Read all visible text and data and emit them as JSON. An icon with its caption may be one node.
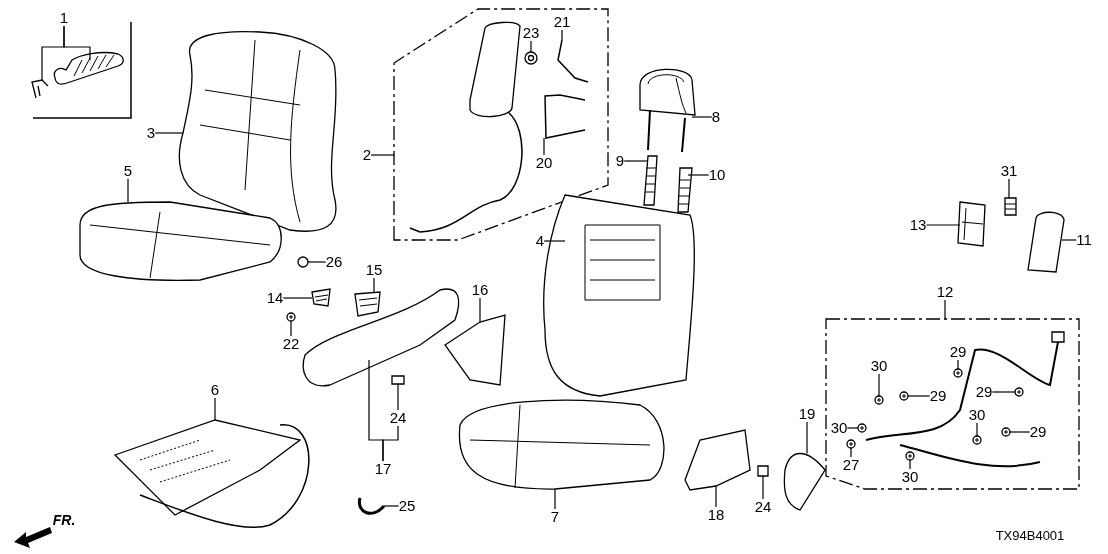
{
  "diagram": {
    "nodes": [
      {
        "text": [
          "1"
        ]
      },
      {
        "text": [
          "21"
        ]
      },
      {
        "text": [
          "23"
        ]
      },
      {
        "text": [
          "2"
        ]
      },
      {
        "text": [
          "3"
        ]
      },
      {
        "text": [
          "8"
        ]
      },
      {
        "text": [
          "20"
        ]
      },
      {
        "text": [
          "9"
        ]
      },
      {
        "text": [
          "31"
        ]
      },
      {
        "text": [
          "5"
        ]
      },
      {
        "text": [
          "10"
        ]
      },
      {
        "text": [
          "13"
        ]
      },
      {
        "text": [
          "4"
        ]
      },
      {
        "text": [
          "11"
        ]
      },
      {
        "text": [
          "26"
        ]
      },
      {
        "text": [
          "15"
        ]
      },
      {
        "text": [
          "12"
        ]
      },
      {
        "text": [
          "16"
        ]
      },
      {
        "text": [
          "14"
        ]
      },
      {
        "text": [
          "29"
        ]
      },
      {
        "text": [
          "22"
        ]
      },
      {
        "text": [
          "30"
        ]
      },
      {
        "text": [
          "29"
        ]
      },
      {
        "text": [
          "29"
        ]
      },
      {
        "text": [
          "6"
        ]
      },
      {
        "text": [
          "19"
        ]
      },
      {
        "text": [
          "30"
        ]
      },
      {
        "text": [
          "24"
        ]
      },
      {
        "text": [
          "30"
        ]
      },
      {
        "text": [
          "29"
        ]
      },
      {
        "text": [
          "27"
        ]
      },
      {
        "text": [
          "17"
        ]
      },
      {
        "text": [
          "30"
        ]
      },
      {
        "text": [
          "25"
        ]
      },
      {
        "text": [
          "24"
        ]
      },
      {
        "text": [
          "18"
        ]
      },
      {
        "text": [
          "7"
        ]
      },
      {
        "text": [],
        "shape": "picture"
      },
      {
        "text": [],
        "shape": "picture"
      },
      {
        "text": [],
        "shape": "picture"
      },
      {
        "text": [],
        "shape": "picture"
      },
      {
        "text": [],
        "shape": "picture"
      },
      {
        "text": [],
        "shape": "picture"
      },
      {
        "text": [],
        "shape": "picture"
      },
      {
        "text": [],
        "shape": "picture"
      },
      {
        "text": [],
        "shape": "picture"
      },
      {
        "text": [],
        "shape": "picture"
      },
      {
        "text": [],
        "shape": "picture"
      },
      {
        "text": [],
        "shape": "picture"
      },
      {
        "text": [],
        "shape": "picture"
      },
      {
        "text": [],
        "shape": "picture"
      },
      {
        "text": [],
        "shape": "picture"
      },
      {
        "text": [],
        "shape": "picture"
      },
      {
        "text": [],
        "shape": "picture"
      },
      {
        "text": [],
        "shape": "picture"
      },
      {
        "text": [],
        "shape": "picture"
      },
      {
        "text": [],
        "shape": "picture"
      },
      {
        "text": [],
        "shape": "picture"
      },
      {
        "text": [],
        "shape": "picture"
      },
      {
        "text": [],
        "shape": "picture"
      },
      {
        "text": [],
        "shape": "picture"
      },
      {
        "text": [],
        "shape": "picture"
      },
      {
        "text": [],
        "shape": "picture"
      },
      {
        "text": [],
        "shape": "picture"
      },
      {
        "text": [],
        "shape": "picture"
      },
      {
        "text": [],
        "shape": "picture"
      },
      {
        "text": [],
        "shape": "picture"
      },
      {
        "text": [],
        "shape": "picture"
      },
      {
        "text": [],
        "shape": "picture"
      },
      {
        "text": [],
        "shape": "picture"
      },
      {
        "text": [],
        "shape": "picture"
      },
      {
        "text": [],
        "shape": "picture"
      },
      {
        "text": [],
        "shape": "picture"
      }
    ],
    "edges": [
      {
        "from": 0,
        "to": 37,
        "arrow": "none"
      },
      {
        "from": 0,
        "to": 38,
        "arrow": "none"
      },
      {
        "from": 1,
        "to": 39,
        "arrow": "none"
      },
      {
        "from": 2,
        "to": 40,
        "arrow": "none"
      },
      {
        "from": 3,
        "to": null,
        "arrow": "none"
      },
      {
        "from": 4,
        "to": 41,
        "arrow": "none"
      },
      {
        "from": 5,
        "to": 42,
        "arrow": "none"
      },
      {
        "from": 6,
        "to": 43,
        "arrow": "none"
      },
      {
        "from": 7,
        "to": 44,
        "arrow": "none"
      },
      {
        "from": 8,
        "to": 45,
        "arrow": "none"
      },
      {
        "from": 9,
        "to": 46,
        "arrow": "none"
      },
      {
        "from": 10,
        "to": 47,
        "arrow": "none"
      },
      {
        "from": 11,
        "to": 48,
        "arrow": "none"
      },
      {
        "from": 12,
        "to": 49,
        "arrow": "none"
      },
      {
        "from": 13,
        "to": 50,
        "arrow": "none"
      },
      {
        "from": 14,
        "to": 51,
        "arrow": "none"
      },
      {
        "from": 15,
        "to": 52,
        "arrow": "none"
      },
      {
        "from": 16,
        "to": null,
        "arrow": "none"
      },
      {
        "from": 17,
        "to": 53,
        "arrow": "none"
      },
      {
        "from": 18,
        "to": 54,
        "arrow": "none"
      },
      {
        "from": 19,
        "to": 55,
        "arrow": "none"
      },
      {
        "from": 20,
        "to": 56,
        "arrow": "none"
      },
      {
        "from": 21,
        "to": 57,
        "arrow": "none"
      },
      {
        "from": 22,
        "to": 58,
        "arrow": "none"
      },
      {
        "from": 23,
        "to": 59,
        "arrow": "none"
      },
      {
        "from": 24,
        "to": 60,
        "arrow": "none"
      },
      {
        "from": 25,
        "to": 61,
        "arrow": "none"
      },
      {
        "from": 26,
        "to": 62,
        "arrow": "none"
      },
      {
        "from": 27,
        "to": 63,
        "arrow": "none"
      },
      {
        "from": 28,
        "to": 64,
        "arrow": "none"
      },
      {
        "from": 29,
        "to": 65,
        "arrow": "none"
      },
      {
        "from": 30,
        "to": 66,
        "arrow": "none"
      },
      {
        "from": 31,
        "to": 67,
        "arrow": "none"
      },
      {
        "from": 31,
        "to": 27,
        "arrow": "none"
      },
      {
        "from": 32,
        "to": 68,
        "arrow": "none"
      },
      {
        "from": 33,
        "to": 69,
        "arrow": "none"
      },
      {
        "from": 34,
        "to": 70,
        "arrow": "none"
      },
      {
        "from": 35,
        "to": 71,
        "arrow": "none"
      },
      {
        "from": 36,
        "to": 72,
        "arrow": "none"
      }
    ],
    "labels": [
      "FR.",
      "TX94B4001"
    ]
  }
}
